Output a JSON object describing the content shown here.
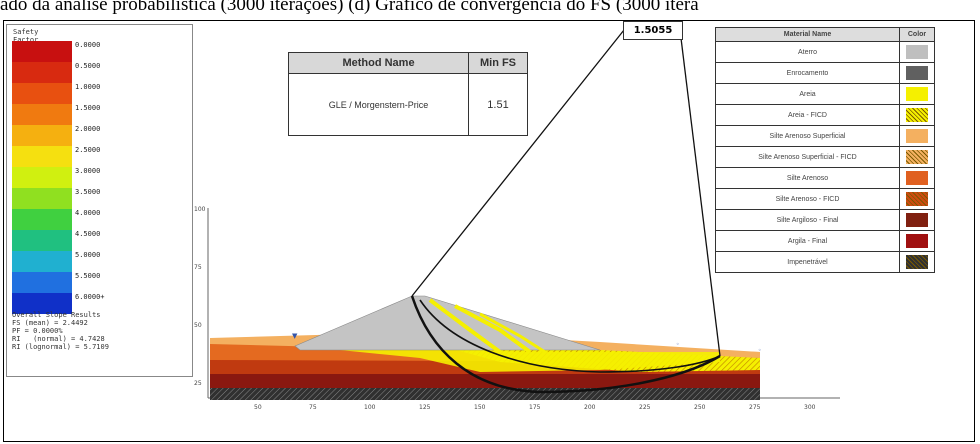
{
  "caption": "ado da análise probabilística (3000 iterações) (d) Gráfico de convergência do FS (3000 itera",
  "legend": {
    "title": "Safety Factor",
    "labels": [
      "0.0000",
      "0.5000",
      "1.0000",
      "1.5000",
      "2.0000",
      "2.5000",
      "3.0000",
      "3.5000",
      "4.0000",
      "4.5000",
      "5.0000",
      "5.5000",
      "6.0000+"
    ],
    "overall": "Overall Slope Results\nFS (mean) = 2.4492\nPF = 0.0000%\nRI   (normal) = 4.7428\nRI (lognormal) = 5.7109"
  },
  "method_table": {
    "col1_header": "Method Name",
    "col2_header": "Min FS",
    "method": "GLE / Morgenstern-Price",
    "min_fs": "1.51"
  },
  "fs_label": "1.5055",
  "materials": {
    "header_name": "Material Name",
    "header_color": "Color",
    "items": [
      {
        "name": "Aterro",
        "color": "#bfbfbf",
        "hatch": false
      },
      {
        "name": "Enrocamento",
        "color": "#606060",
        "hatch": false
      },
      {
        "name": "Areia",
        "color": "#f5f000",
        "hatch": false
      },
      {
        "name": "Areia - FICD",
        "color": "#f5f000",
        "hatch": true
      },
      {
        "name": "Silte Arenoso Superficial",
        "color": "#f4b060",
        "hatch": false
      },
      {
        "name": "Silte Arenoso Superficial - FICD",
        "color": "#f4b060",
        "hatch": true
      },
      {
        "name": "Silte Arenoso",
        "color": "#e06020",
        "hatch": false
      },
      {
        "name": "Silte Arenoso - FICD",
        "color": "#d04a10",
        "hatch": true
      },
      {
        "name": "Silte Argiloso - Final",
        "color": "#802010",
        "hatch": false
      },
      {
        "name": "Argila - Final",
        "color": "#a01010",
        "hatch": false
      },
      {
        "name": "Impenetrável",
        "color": "#303030",
        "hatch": true
      }
    ]
  },
  "axes": {
    "y_ticks": [
      "100",
      "75",
      "50",
      "25"
    ],
    "x_ticks": [
      "50",
      "75",
      "100",
      "125",
      "150",
      "175",
      "200",
      "225",
      "250",
      "275",
      "300"
    ]
  }
}
